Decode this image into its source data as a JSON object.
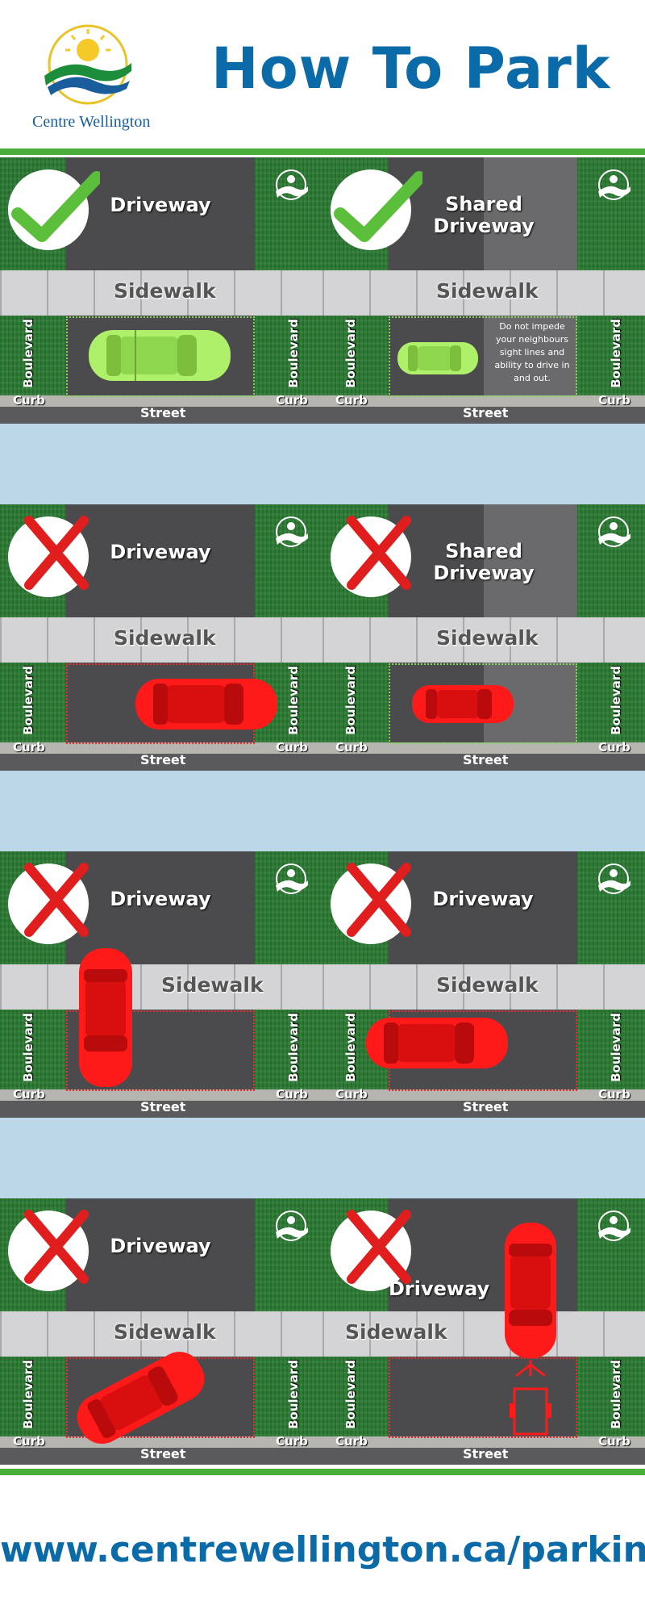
{
  "header": {
    "logo_text": "Centre Wellington",
    "title": "How To Park"
  },
  "labels": {
    "driveway": "Driveway",
    "shared_line1": "Shared",
    "shared_line2": "Driveway",
    "sidewalk": "Sidewalk",
    "boulevard": "Boulevard",
    "curb": "Curb",
    "street": "Street",
    "note": "Do not impede your neighbours sight lines and ability to drive in and out."
  },
  "colors": {
    "brand_blue": "#0b6aa8",
    "accent_green": "#4cae3a",
    "ok_car": "#aef06a",
    "bad_car": "#ff1a1a",
    "separator": "#bcd8e8"
  },
  "footer": {
    "url": "www.centrewellington.ca/parking"
  }
}
